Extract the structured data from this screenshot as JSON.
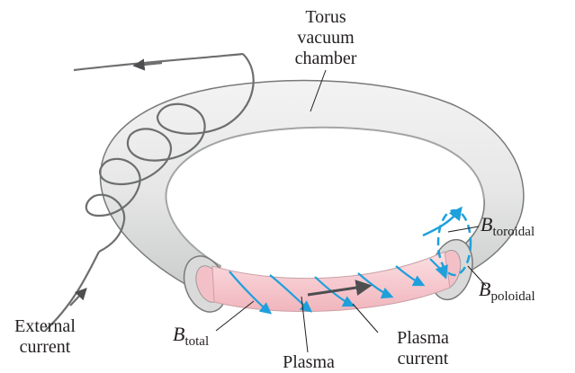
{
  "labels": {
    "torus_line1": "Torus",
    "torus_line2": "vacuum",
    "torus_line3": "chamber",
    "external_line1": "External",
    "external_line2": "current",
    "b_symbol": "B",
    "total_sub": "total",
    "toroidal_sub": "toroidal",
    "poloidal_sub": "poloidal",
    "plasma": "Plasma",
    "plasma_current_line1": "Plasma",
    "plasma_current_line2": "current"
  },
  "colors": {
    "chamber_fill": "#e6e7e6",
    "chamber_shade": "#c9cbca",
    "chamber_outline": "#777a78",
    "plasma": "#f7c9cf",
    "field_lines": "#1ea0dc",
    "coil_wire": "#6d6e70",
    "text": "#231f20"
  }
}
